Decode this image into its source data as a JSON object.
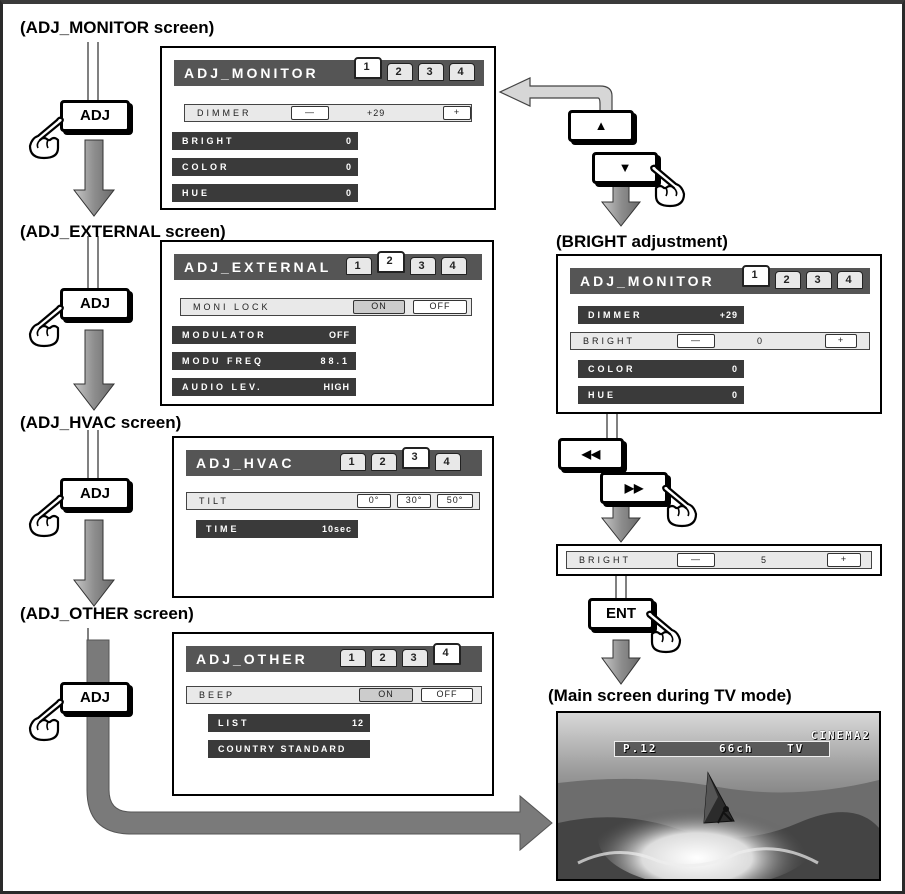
{
  "sections": {
    "monitor": "(ADJ_MONITOR screen)",
    "external": "(ADJ_EXTERNAL screen)",
    "hvac": "(ADJ_HVAC screen)",
    "other": "(ADJ_OTHER screen)",
    "bright": "(BRIGHT adjustment)",
    "tv": "(Main screen during TV mode)"
  },
  "buttons": {
    "adj": "ADJ",
    "up": "▲",
    "down": "▼",
    "rewind": "◀◀",
    "forward": "▶▶",
    "ent": "ENT"
  },
  "tabs": [
    "1",
    "2",
    "3",
    "4"
  ],
  "monitor_panel": {
    "title": "ADJ_MONITOR",
    "dimmer_label": "DIMMER",
    "dimmer_value": "+29",
    "minus": "—",
    "plus": "+",
    "bright_label": "BRIGHT",
    "bright_value": "0",
    "color_label": "COLOR",
    "color_value": "0",
    "hue_label": "HUE",
    "hue_value": "0"
  },
  "external_panel": {
    "title": "ADJ_EXTERNAL",
    "moni_lock_label": "MONI LOCK",
    "on": "ON",
    "off": "OFF",
    "modulator_label": "MODULATOR",
    "modulator_value": "OFF",
    "modu_freq_label": "MODU FREQ",
    "modu_freq_value": "88.1",
    "audio_lev_label": "AUDIO LEV.",
    "audio_lev_value": "HIGH"
  },
  "hvac_panel": {
    "title": "ADJ_HVAC",
    "tilt_label": "TILT",
    "tilt_options": [
      "0°",
      "30°",
      "50°"
    ],
    "time_label": "TIME",
    "time_value": "10sec"
  },
  "other_panel": {
    "title": "ADJ_OTHER",
    "beep_label": "BEEP",
    "on": "ON",
    "off": "OFF",
    "list_label": "LIST",
    "list_value": "12",
    "country_label": "COUNTRY STANDARD"
  },
  "bright_panel": {
    "title": "ADJ_MONITOR",
    "dimmer_label": "DIMMER",
    "dimmer_value": "+29",
    "bright_label": "BRIGHT",
    "bright_value": "0",
    "minus": "—",
    "plus": "+",
    "color_label": "COLOR",
    "color_value": "0",
    "hue_label": "HUE",
    "hue_value": "0"
  },
  "bright_bar": {
    "label": "BRIGHT",
    "value": "5",
    "minus": "—",
    "plus": "+"
  },
  "tv_screen": {
    "source": "CINEMA2",
    "preset": "P.12",
    "channel": "66ch",
    "mode": "TV"
  }
}
